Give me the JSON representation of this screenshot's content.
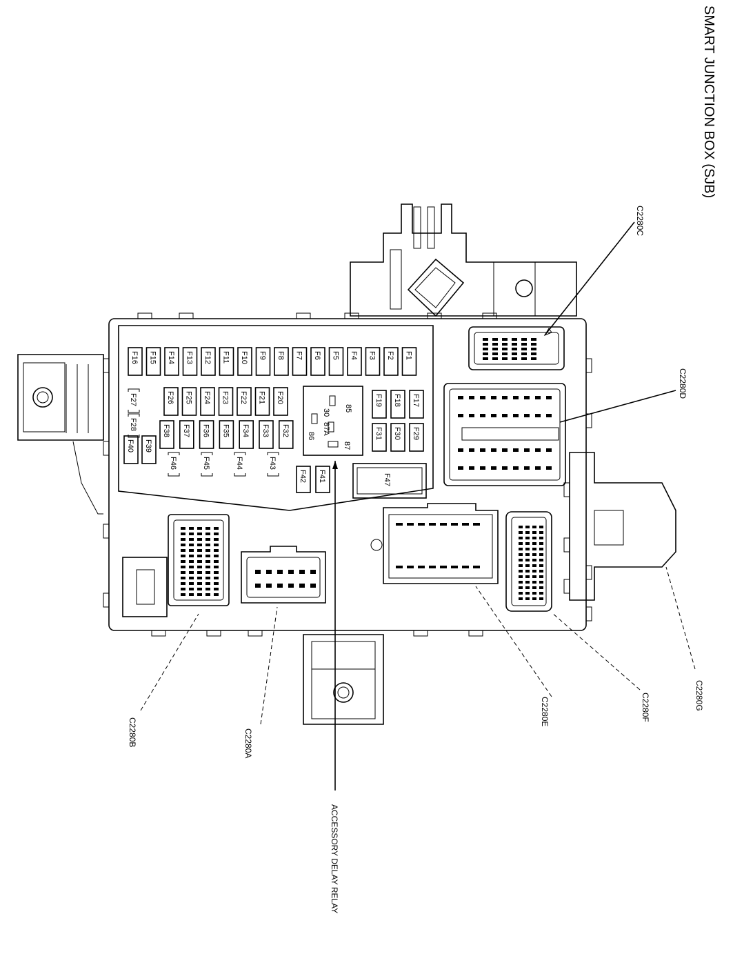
{
  "title": "SMART JUNCTION BOX (SJB)",
  "connectors": {
    "c2280a": "C2280A",
    "c2280b": "C2280B",
    "c2280c": "C2280C",
    "c2280d": "C2280D",
    "c2280e": "C2280E",
    "c2280f": "C2280F",
    "c2280g": "C2280G"
  },
  "relay": {
    "label": "ACCESSORY DELAY RELAY",
    "pins": [
      "85",
      "30",
      "87A",
      "86",
      "87"
    ]
  },
  "fuses": {
    "row1": [
      "F16",
      "F15",
      "F14",
      "F13",
      "F12",
      "F11",
      "F10",
      "F9",
      "F8",
      "F7",
      "F6",
      "F5",
      "F4",
      "F3",
      "F2",
      "F1"
    ],
    "row2": [
      "F26",
      "F25",
      "F24",
      "F23",
      "F22",
      "F21",
      "F20"
    ],
    "row3": [
      "F38",
      "F37",
      "F36",
      "F35",
      "F34",
      "F33",
      "F32"
    ],
    "right_top": [
      "F19",
      "F18",
      "F17"
    ],
    "right_bottom": [
      "F31",
      "F30",
      "F29"
    ],
    "small_left": [
      "F27",
      "F28"
    ],
    "left_bottom": [
      "F40",
      "F39"
    ],
    "small_row": [
      "F46",
      "F45",
      "F44",
      "F43"
    ],
    "bottom": [
      "F42",
      "F41"
    ],
    "large": "F47"
  }
}
